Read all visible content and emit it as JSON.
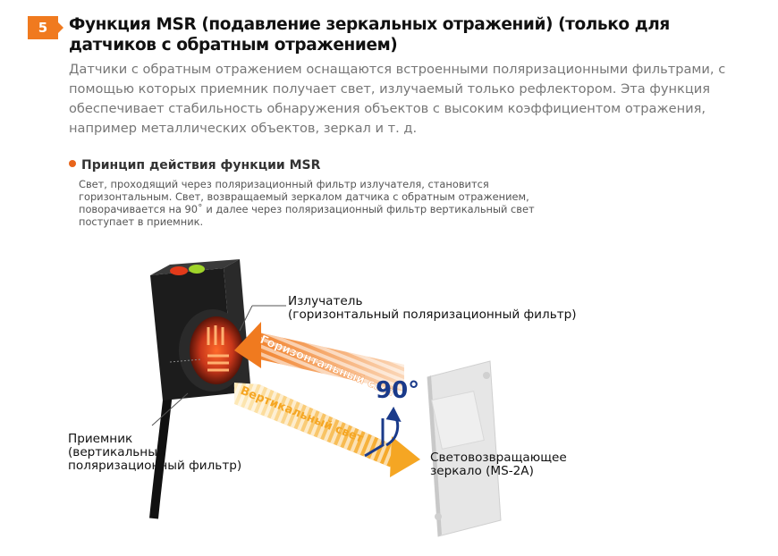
{
  "section": {
    "number": "5",
    "title": "Функция MSR (подавление зеркальных отражений) (только для датчиков с обратным отражением)",
    "description": "Датчики с обратным отражением оснащаются встроенными поляризационными фильтрами, с помощью которых приемник получает свет, излучаемый только рефлектором. Эта функция обеспечивает стабильность обнаружения объектов с высоким коэффициентом отражения, например металлических объектов, зеркал и т. д."
  },
  "principle": {
    "heading": "Принцип действия функции MSR",
    "text": "Свет, проходящий через поляризационный фильтр излучателя, становится горизонтальным. Свет, возвращаемый зеркалом датчика с обратным отражением, поворачивается на 90˚ и далее через поляризационный фильтр вертикальный свет поступает в приемник."
  },
  "diagram": {
    "emitter_line1": "Излучатель",
    "emitter_line2": "(горизонтальный поляризационный фильтр)",
    "receiver_line1": "Приемник",
    "receiver_line2": "(вертикальный",
    "receiver_line3": "поляризационный фильтр)",
    "mirror_line1": "Световозвращающее",
    "mirror_line2": "зеркало (MS-2A)",
    "horizontal_light": "Горизонтальный свет",
    "vertical_light": "Вертикальный свет",
    "angle": "90°"
  },
  "colors": {
    "accent": "#f07a1f",
    "horizontal_beam": "#f07a1f",
    "vertical_beam": "#f5a623",
    "angle_text": "#1a3a8a"
  }
}
